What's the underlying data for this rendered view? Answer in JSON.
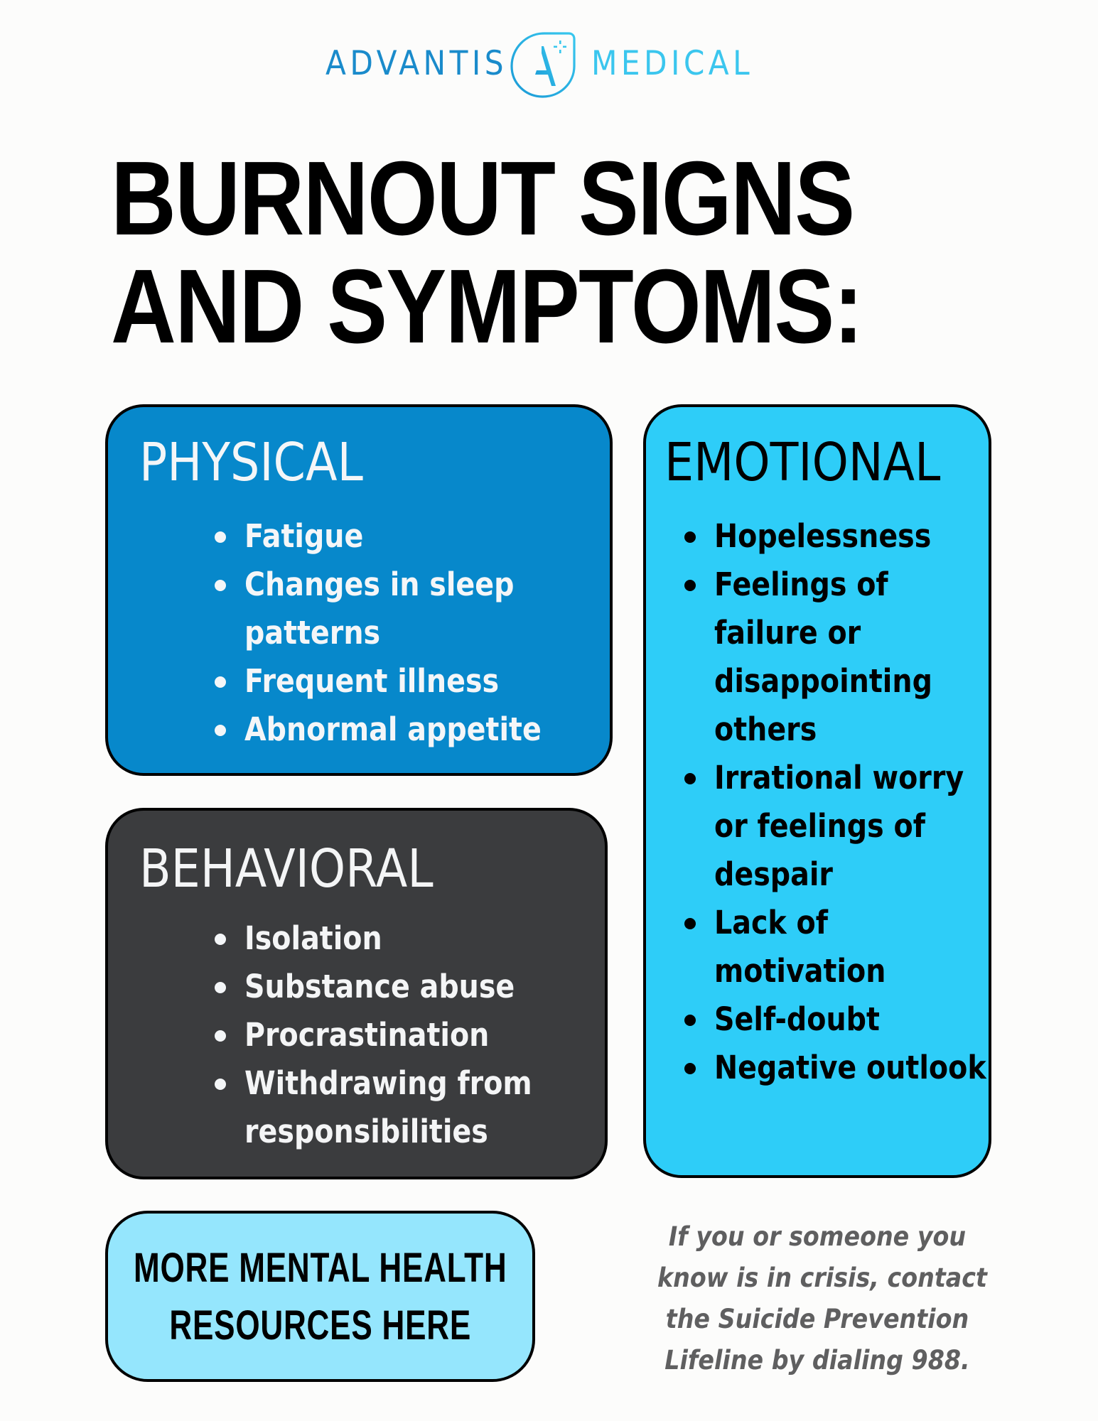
{
  "logo": {
    "left_word": "ADVANTIS",
    "right_word": "MEDICAL",
    "icon": "advantis-a-plus-mark",
    "colors": {
      "primary": "#1A8BCB",
      "secondary": "#3BC6EE"
    }
  },
  "title": {
    "line1": "BURNOUT SIGNS",
    "line2": "AND SYMPTOMS:"
  },
  "sections": {
    "physical": {
      "heading": "PHYSICAL",
      "color": "#0788CB",
      "items": [
        "Fatigue",
        "Changes in sleep patterns",
        "Frequent illness",
        "Abnormal appetite"
      ]
    },
    "behavioral": {
      "heading": "BEHAVIORAL",
      "color": "#3B3C3E",
      "items": [
        "Isolation",
        "Substance abuse",
        "Procrastination",
        "Withdrawing from responsibilities"
      ]
    },
    "emotional": {
      "heading": "EMOTIONAL",
      "color": "#2ECDF8",
      "items": [
        "Hopelessness",
        "Feelings of failure or disappointing others",
        "Irrational worry or feelings of despair",
        "Lack of motivation",
        "Self-doubt",
        "Negative outlook"
      ]
    }
  },
  "resources_button": {
    "line1": "MORE MENTAL HEALTH",
    "line2": "RESOURCES HERE",
    "color": "#95E6FD"
  },
  "crisis_note": {
    "lines": [
      "If you or someone you",
      "know is in crisis, contact",
      "the Suicide Prevention",
      "Lifeline by dialing 988."
    ],
    "hotline_number": "988"
  }
}
